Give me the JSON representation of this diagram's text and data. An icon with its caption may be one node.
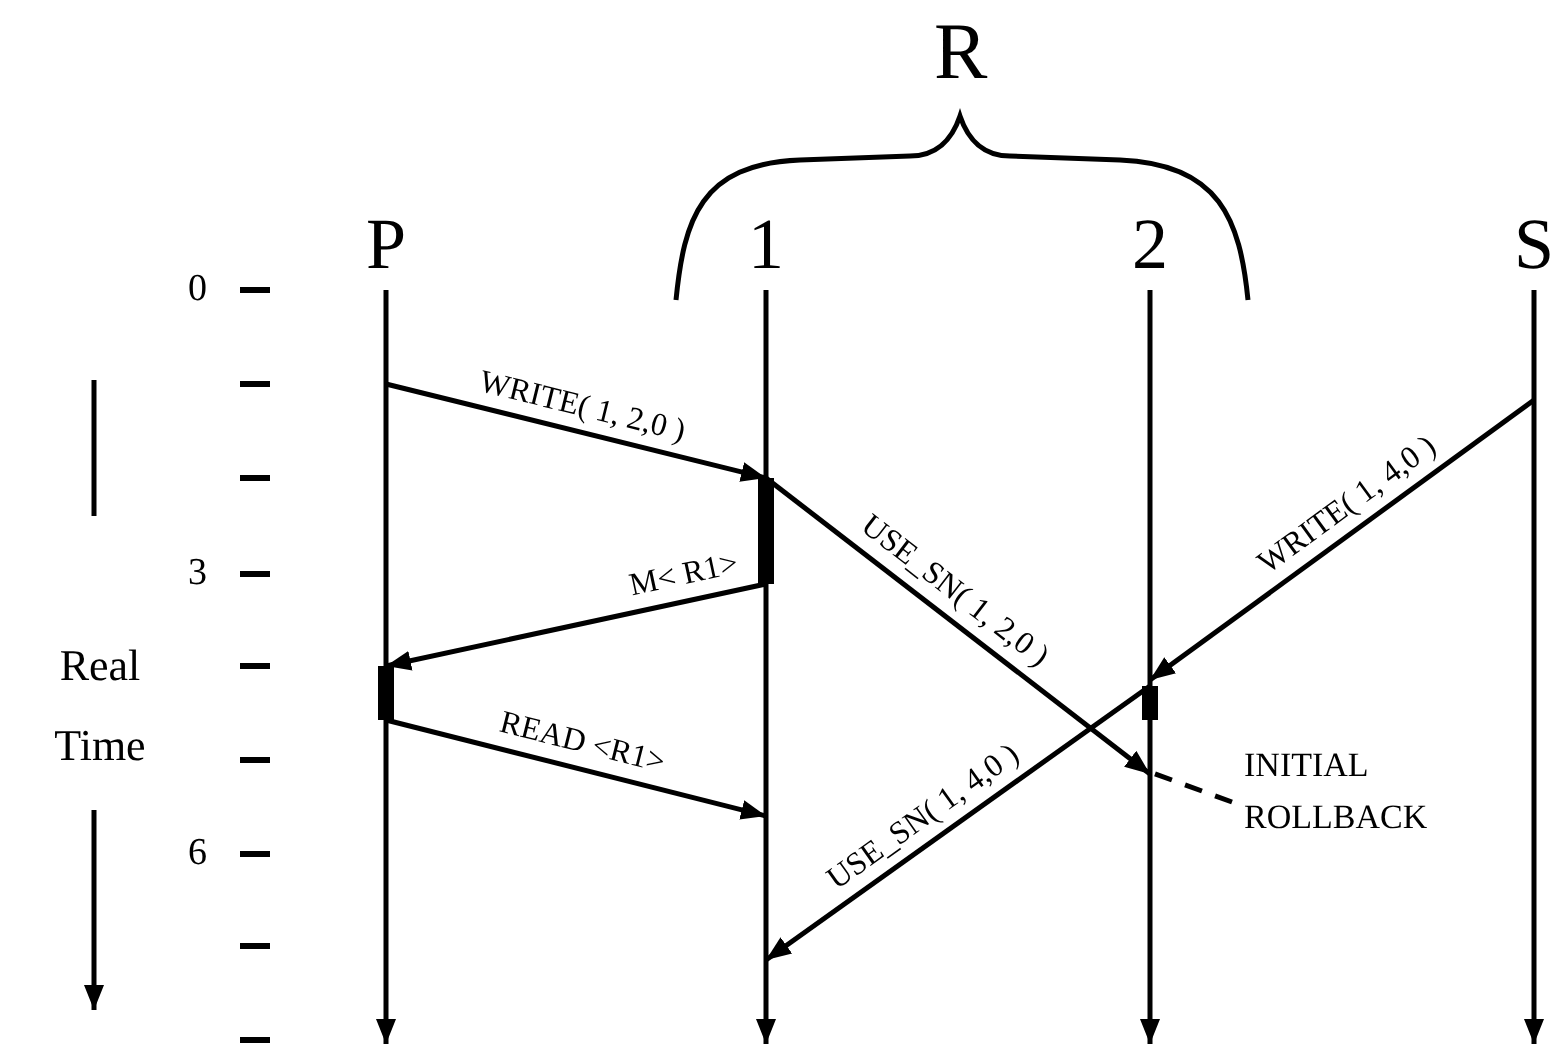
{
  "diagram": {
    "nodes": [
      {
        "text": [
          "P"
        ]
      },
      {
        "text": [
          "1"
        ]
      },
      {
        "text": [
          "2"
        ]
      },
      {
        "text": [
          "S"
        ]
      },
      {
        "text": [
          "INITIAL ROLLBACK"
        ]
      }
    ],
    "edges": [
      {
        "from": 0,
        "to": 1,
        "arrow": "to",
        "label": "WRITE( 1, 2,0 )"
      },
      {
        "from": 1,
        "to": 2,
        "arrow": "to",
        "label": "USE_SN( 1, 2,0 )"
      },
      {
        "from": 1,
        "to": 0,
        "arrow": "to",
        "label": "M< R1>"
      },
      {
        "from": 3,
        "to": 2,
        "arrow": "to",
        "label": "WRITE( 1, 4,0 )"
      },
      {
        "from": 2,
        "to": 1,
        "arrow": "to",
        "label": "USE_SN( 1, 4,0 )"
      },
      {
        "from": 0,
        "to": 1,
        "arrow": "to",
        "label": "READ <R1>"
      },
      {
        "from": 4,
        "to": 2,
        "arrow": "none",
        "style": "dashed"
      }
    ],
    "labels": [
      "R",
      "0",
      "3",
      "6",
      "Real Time"
    ]
  }
}
